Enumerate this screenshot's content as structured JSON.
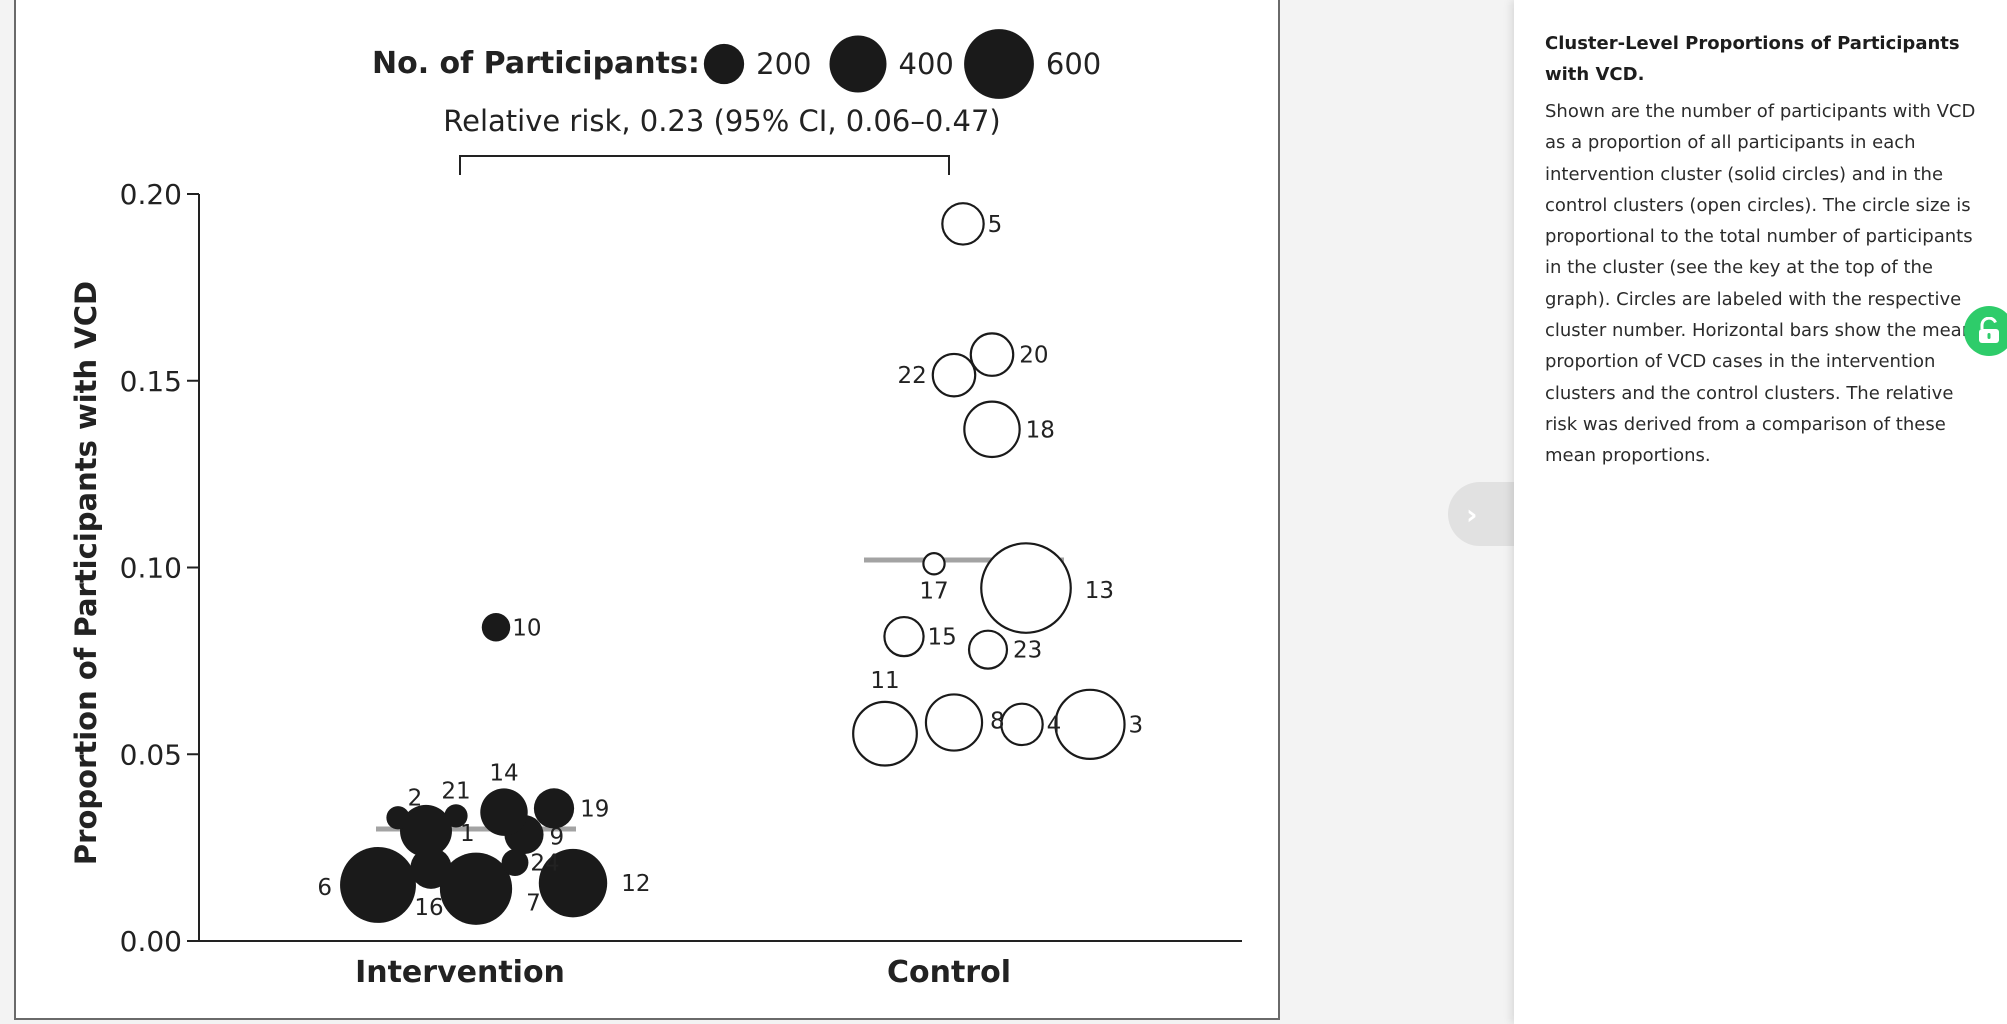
{
  "chart_data": {
    "type": "scatter",
    "title": "",
    "ylabel": "Proportion of Participants with VCD",
    "xlabel": "",
    "categories": [
      "Intervention",
      "Control"
    ],
    "ylim": [
      0.0,
      0.2
    ],
    "yticks": [
      "0.00",
      "0.05",
      "0.10",
      "0.15",
      "0.20"
    ],
    "grid": false,
    "size_legend": {
      "title": "No. of Participants:",
      "entries": [
        {
          "label": "200",
          "participants": 200
        },
        {
          "label": "400",
          "participants": 400
        },
        {
          "label": "600",
          "participants": 600
        }
      ]
    },
    "annotation": "Relative risk, 0.23 (95% CI, 0.06–0.47)",
    "mean_bars": [
      {
        "group": "Intervention",
        "value": 0.03
      },
      {
        "group": "Control",
        "value": 0.102
      }
    ],
    "series": [
      {
        "name": "Intervention",
        "filled": true,
        "points": [
          {
            "cluster": "1",
            "y": 0.0295,
            "participants": 300
          },
          {
            "cluster": "2",
            "y": 0.033,
            "participants": 60
          },
          {
            "cluster": "6",
            "y": 0.015,
            "participants": 640
          },
          {
            "cluster": "7",
            "y": 0.014,
            "participants": 580
          },
          {
            "cluster": "9",
            "y": 0.0285,
            "participants": 170
          },
          {
            "cluster": "10",
            "y": 0.084,
            "participants": 90
          },
          {
            "cluster": "12",
            "y": 0.0155,
            "participants": 520
          },
          {
            "cluster": "14",
            "y": 0.0345,
            "participants": 250
          },
          {
            "cluster": "16",
            "y": 0.0195,
            "participants": 190
          },
          {
            "cluster": "19",
            "y": 0.0355,
            "participants": 180
          },
          {
            "cluster": "21",
            "y": 0.0335,
            "participants": 60
          },
          {
            "cluster": "24",
            "y": 0.021,
            "participants": 80
          }
        ]
      },
      {
        "name": "Control",
        "filled": false,
        "points": [
          {
            "cluster": "3",
            "y": 0.058,
            "participants": 530
          },
          {
            "cluster": "4",
            "y": 0.058,
            "participants": 190
          },
          {
            "cluster": "5",
            "y": 0.192,
            "participants": 190
          },
          {
            "cluster": "8",
            "y": 0.0585,
            "participants": 350
          },
          {
            "cluster": "11",
            "y": 0.0555,
            "participants": 450
          },
          {
            "cluster": "13",
            "y": 0.0945,
            "participants": 890
          },
          {
            "cluster": "15",
            "y": 0.0815,
            "participants": 170
          },
          {
            "cluster": "17",
            "y": 0.101,
            "participants": 50
          },
          {
            "cluster": "18",
            "y": 0.137,
            "participants": 340
          },
          {
            "cluster": "20",
            "y": 0.157,
            "participants": 200
          },
          {
            "cluster": "22",
            "y": 0.1515,
            "participants": 200
          },
          {
            "cluster": "23",
            "y": 0.078,
            "participants": 160
          }
        ]
      }
    ]
  },
  "caption": {
    "title": "Cluster-Level Proportions of Participants with VCD.",
    "body": "Shown are the number of participants with VCD as a proportion of all participants in each intervention cluster (solid circles) and in the control clusters (open circles). The circle size is proportional to the total number of participants in the cluster (see the key at the top of the graph). Circles are labeled with the respective cluster number. Horizontal bars show the mean proportion of VCD cases in the intervention clusters and the control clusters. The relative risk was derived from a comparison of these mean proportions."
  },
  "icons": {
    "collapse": "chevron-right-icon",
    "lock": "unlock-icon"
  },
  "colors": {
    "mean_bar": "#a3a3a3",
    "point": "#1a1a1a",
    "lock_badge": "#2ecc6a"
  }
}
